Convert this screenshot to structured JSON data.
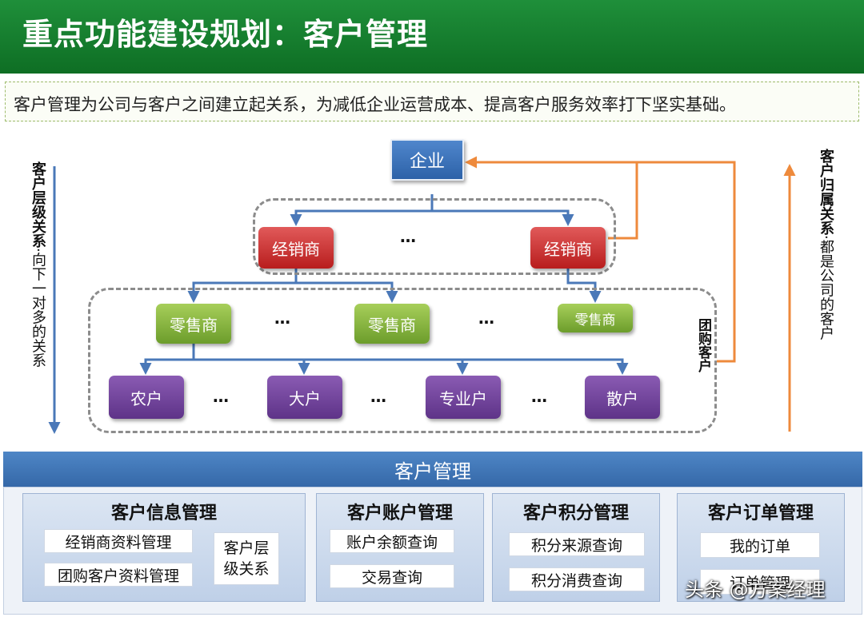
{
  "header": {
    "title": "重点功能建设规划：客户管理"
  },
  "intro": "客户管理为公司与客户之间建立起关系，为减低企业运营成本、提高客户服务效率打下坚实基础。",
  "side_left": {
    "bold": "客户层级关系",
    "sep": "·",
    "rest": "向下一对多的关系"
  },
  "side_right": {
    "bold": "客户归属关系",
    "sep": "·",
    "rest": "都是公司的客户"
  },
  "group_buy_label": "团购客户",
  "hierarchy": {
    "enterprise": "企业",
    "dealers": [
      "经销商",
      "经销商"
    ],
    "retailers": [
      "零售商",
      "零售商",
      "零售商"
    ],
    "customers": [
      "农户",
      "大户",
      "专业户",
      "散户"
    ],
    "ellipsis": "…"
  },
  "management": {
    "title": "客户管理",
    "panels": [
      {
        "title": "客户信息管理",
        "items": [
          "经销商资料管理",
          "团购客户资料管理"
        ],
        "side_item": "客户层级关系"
      },
      {
        "title": "客户账户管理",
        "items": [
          "账户余额查询",
          "交易查询"
        ]
      },
      {
        "title": "客户积分管理",
        "items": [
          "积分来源查询",
          "积分消费查询"
        ]
      },
      {
        "title": "客户订单管理",
        "items": [
          "我的订单",
          "订单管理"
        ]
      }
    ]
  },
  "watermark": "头条 @方案经理",
  "colors": {
    "header": "#14802f",
    "enterprise": "#3a6fb5",
    "dealer": "#c83232",
    "retailer": "#8cbc42",
    "customer": "#74479e",
    "arrow_blue": "#4a78b8",
    "arrow_orange": "#ee8a3c"
  }
}
